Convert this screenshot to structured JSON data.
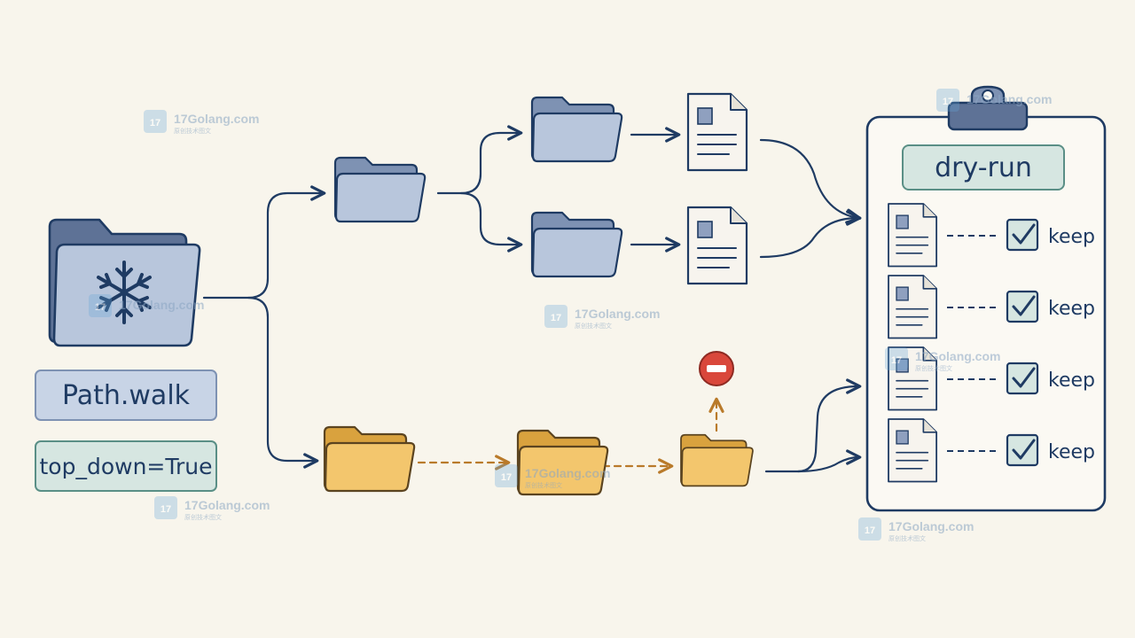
{
  "labels": {
    "path_walk": "Path.walk",
    "top_down": "top_down=True",
    "dry_run": "dry-run"
  },
  "keep_items": [
    {
      "label": "keep",
      "checked": true
    },
    {
      "label": "keep",
      "checked": true
    },
    {
      "label": "keep",
      "checked": true
    },
    {
      "label": "keep",
      "checked": true
    }
  ],
  "watermark": {
    "text": "17Golang.com",
    "subtext": "原创技术图文",
    "logo_text": "17"
  },
  "colors": {
    "background": "#f8f5ec",
    "ink": "#1f3b63",
    "blue_folder": "#b8c6dc",
    "blue_folder_dark": "#7e92b3",
    "yellow_folder": "#f3c66d",
    "yellow_folder_dark": "#d9a23e",
    "teal_box": "#d6e6e1",
    "teal_border": "#5a8f86",
    "blue_box": "#c8d4e6",
    "remove_red": "#d9473b"
  },
  "icons": {
    "root": "snowflake-icon",
    "remove": "minus-circle-icon",
    "clipboard": "clipboard-icon",
    "check": "check-icon"
  }
}
